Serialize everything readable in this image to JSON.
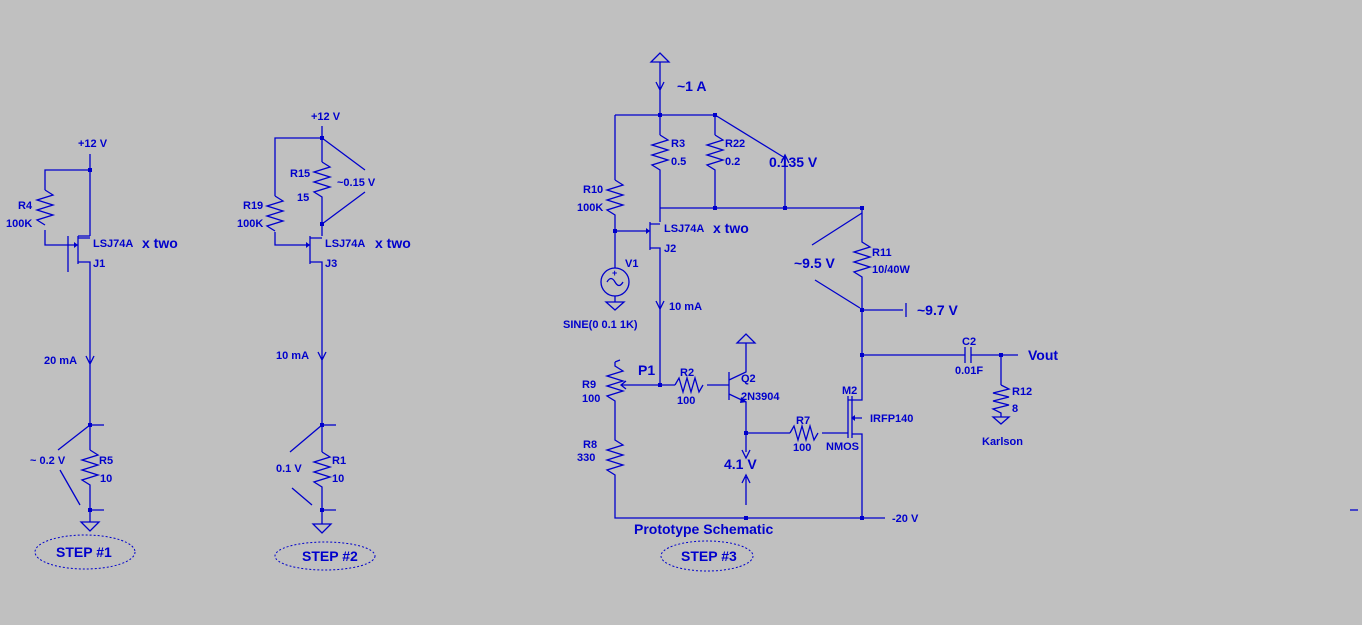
{
  "step1": {
    "supply": "+12 V",
    "r4_name": "R4",
    "r4_value": "100K",
    "jfet_model": "LSJ74A",
    "jfet_count": "x  two",
    "jfet_name": "J1",
    "current": "20 mA",
    "r5_name": "R5",
    "r5_value": "10",
    "voltage": "~ 0.2 V",
    "step_label": "STEP #1"
  },
  "step2": {
    "supply": "+12 V",
    "r15_name": "R15",
    "r15_value": "15",
    "r15_voltage": "~0.15 V",
    "r19_name": "R19",
    "r19_value": "100K",
    "jfet_model": "LSJ74A",
    "jfet_count": "x  two",
    "jfet_name": "J3",
    "current": "10 mA",
    "r1_name": "R1",
    "r1_value": "10",
    "voltage": "0.1 V",
    "step_label": "STEP #2"
  },
  "step3": {
    "supply_current": "~1 A",
    "r3_name": "R3",
    "r3_value": "0.5",
    "r22_name": "R22",
    "r22_value": "0.2",
    "sense_voltage": "0.135 V",
    "r10_name": "R10",
    "r10_value": "100K",
    "jfet_model": "LSJ74A",
    "jfet_count": "x  two",
    "jfet_name": "J2",
    "v1_name": "V1",
    "v1_value": "SINE(0 0.1 1K)",
    "jfet_current": "10 mA",
    "r11_voltage": "~9.5 V",
    "r11_name": "R11",
    "r11_value": "10/40W",
    "out_voltage": "~9.7 V",
    "c2_name": "C2",
    "c2_value": "0.01F",
    "vout_label": "Vout",
    "r12_name": "R12",
    "r12_value": "8",
    "karlson_label": "Karlson",
    "p1_label": "P1",
    "r9_name": "R9",
    "r9_value": "100",
    "r2_name": "R2",
    "r2_value": "100",
    "q2_name": "Q2",
    "q2_model": "2N3904",
    "m2_name": "M2",
    "m2_model": "IRFP140",
    "m2_type": "NMOS",
    "r7_name": "R7",
    "r7_value": "100",
    "r8_name": "R8",
    "r8_value": "330",
    "emitter_voltage": "4.1 V",
    "neg_supply": "-20 V",
    "title": "Prototype Schematic",
    "step_label": "STEP #3"
  },
  "colors": {
    "background": "#c0c0c0",
    "wire": "#0000cc"
  }
}
